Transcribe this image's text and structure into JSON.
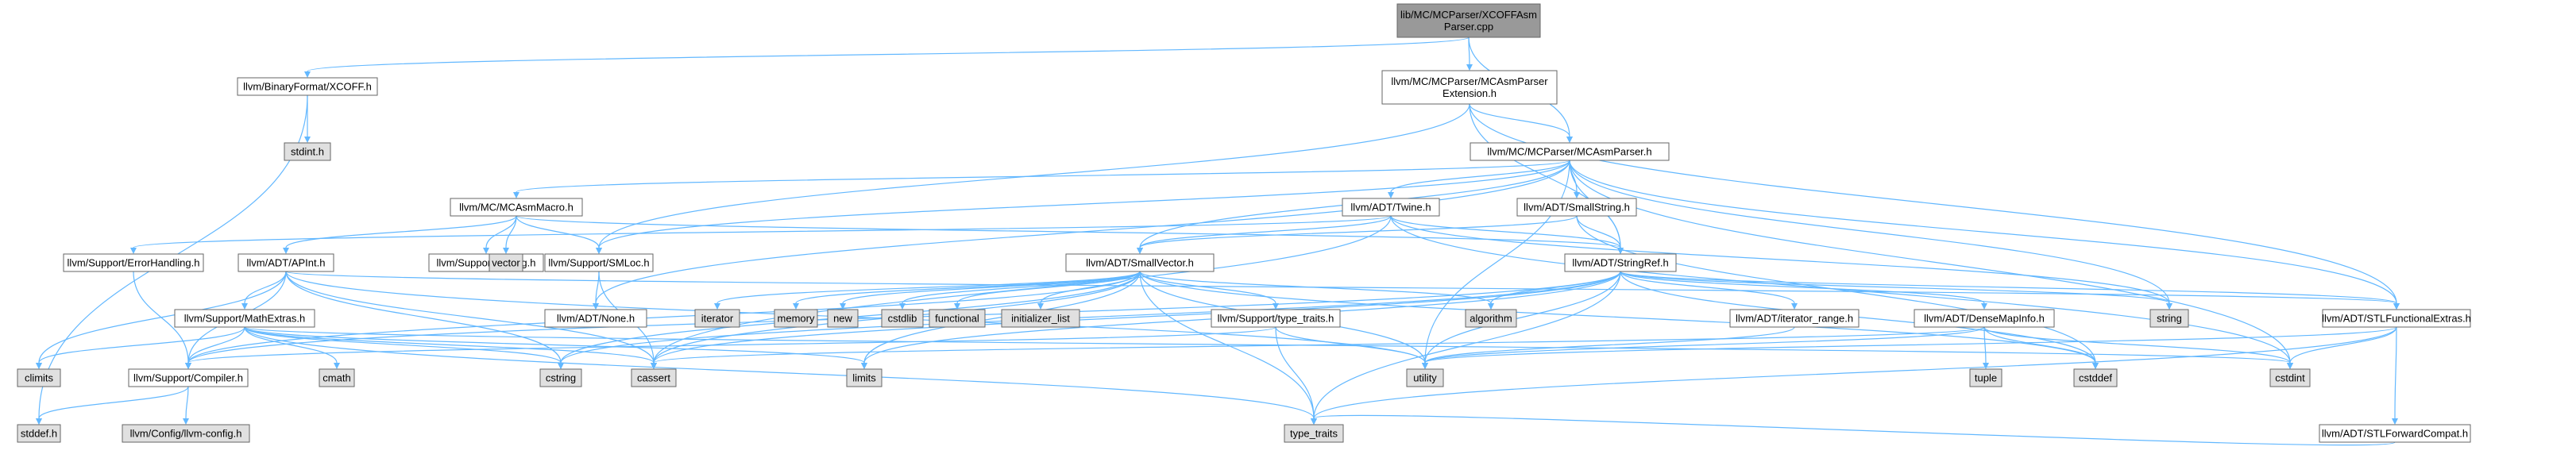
{
  "colors": {
    "root_fill": "#999999",
    "header_fill": "#ffffff",
    "system_fill": "#e0e0e0",
    "border": "#666666",
    "edge": "#63b8ff"
  },
  "nodes": [
    {
      "id": "root",
      "lines": [
        "lib/MC/MCParser/XCOFFAsm",
        "Parser.cpp"
      ],
      "kind": "root"
    },
    {
      "id": "bf_xcoff",
      "lines": [
        "llvm/BinaryFormat/XCOFF.h"
      ],
      "kind": "header"
    },
    {
      "id": "ext",
      "lines": [
        "llvm/MC/MCParser/MCAsmParser",
        "Extension.h"
      ],
      "kind": "header"
    },
    {
      "id": "stdint",
      "lines": [
        "stdint.h"
      ],
      "kind": "system"
    },
    {
      "id": "asmparser",
      "lines": [
        "llvm/MC/MCParser/MCAsmParser.h"
      ],
      "kind": "header"
    },
    {
      "id": "asmmacro",
      "lines": [
        "llvm/MC/MCAsmMacro.h"
      ],
      "kind": "header"
    },
    {
      "id": "twine",
      "lines": [
        "llvm/ADT/Twine.h"
      ],
      "kind": "header"
    },
    {
      "id": "smallstring",
      "lines": [
        "llvm/ADT/SmallString.h"
      ],
      "kind": "header"
    },
    {
      "id": "errhandling",
      "lines": [
        "llvm/Support/ErrorHandling.h"
      ],
      "kind": "header"
    },
    {
      "id": "apint",
      "lines": [
        "llvm/ADT/APInt.h"
      ],
      "kind": "header"
    },
    {
      "id": "debug",
      "lines": [
        "llvm/Support/Debug.h"
      ],
      "kind": "header"
    },
    {
      "id": "vector",
      "lines": [
        "vector"
      ],
      "kind": "system"
    },
    {
      "id": "smloc",
      "lines": [
        "llvm/Support/SMLoc.h"
      ],
      "kind": "header"
    },
    {
      "id": "smallvector",
      "lines": [
        "llvm/ADT/SmallVector.h"
      ],
      "kind": "header"
    },
    {
      "id": "stringref",
      "lines": [
        "llvm/ADT/StringRef.h"
      ],
      "kind": "header"
    },
    {
      "id": "none",
      "lines": [
        "llvm/ADT/None.h"
      ],
      "kind": "header"
    },
    {
      "id": "mathextras",
      "lines": [
        "llvm/Support/MathExtras.h"
      ],
      "kind": "header"
    },
    {
      "id": "iterator",
      "lines": [
        "iterator"
      ],
      "kind": "system"
    },
    {
      "id": "memory",
      "lines": [
        "memory"
      ],
      "kind": "system"
    },
    {
      "id": "new",
      "lines": [
        "new"
      ],
      "kind": "system"
    },
    {
      "id": "cstdlib",
      "lines": [
        "cstdlib"
      ],
      "kind": "system"
    },
    {
      "id": "functional",
      "lines": [
        "functional"
      ],
      "kind": "system"
    },
    {
      "id": "initlist",
      "lines": [
        "initializer_list"
      ],
      "kind": "system"
    },
    {
      "id": "typetraits_h",
      "lines": [
        "llvm/Support/type_traits.h"
      ],
      "kind": "header"
    },
    {
      "id": "algorithm",
      "lines": [
        "algorithm"
      ],
      "kind": "system"
    },
    {
      "id": "iterrange",
      "lines": [
        "llvm/ADT/iterator_range.h"
      ],
      "kind": "header"
    },
    {
      "id": "densemapinfo",
      "lines": [
        "llvm/ADT/DenseMapInfo.h"
      ],
      "kind": "header"
    },
    {
      "id": "string",
      "lines": [
        "string"
      ],
      "kind": "system"
    },
    {
      "id": "stlfunc",
      "lines": [
        "llvm/ADT/STLFunctionalExtras.h"
      ],
      "kind": "header"
    },
    {
      "id": "climits",
      "lines": [
        "climits"
      ],
      "kind": "system"
    },
    {
      "id": "compiler",
      "lines": [
        "llvm/Support/Compiler.h"
      ],
      "kind": "header"
    },
    {
      "id": "cmath",
      "lines": [
        "cmath"
      ],
      "kind": "system"
    },
    {
      "id": "cstring",
      "lines": [
        "cstring"
      ],
      "kind": "system"
    },
    {
      "id": "cassert",
      "lines": [
        "cassert"
      ],
      "kind": "system"
    },
    {
      "id": "limits",
      "lines": [
        "limits"
      ],
      "kind": "system"
    },
    {
      "id": "utility",
      "lines": [
        "utility"
      ],
      "kind": "system"
    },
    {
      "id": "tuple",
      "lines": [
        "tuple"
      ],
      "kind": "system"
    },
    {
      "id": "cstddef",
      "lines": [
        "cstddef"
      ],
      "kind": "system"
    },
    {
      "id": "cstdint",
      "lines": [
        "cstdint"
      ],
      "kind": "system"
    },
    {
      "id": "stlfwd",
      "lines": [
        "llvm/ADT/STLForwardCompat.h"
      ],
      "kind": "header"
    },
    {
      "id": "stddef",
      "lines": [
        "stddef.h"
      ],
      "kind": "system"
    },
    {
      "id": "llvmconfig",
      "lines": [
        "llvm/Config/llvm-config.h"
      ],
      "kind": "system"
    },
    {
      "id": "typetraits",
      "lines": [
        "type_traits"
      ],
      "kind": "system"
    }
  ],
  "edges": [
    [
      "root",
      "bf_xcoff"
    ],
    [
      "root",
      "ext"
    ],
    [
      "root",
      "asmparser"
    ],
    [
      "bf_xcoff",
      "stdint"
    ],
    [
      "bf_xcoff",
      "stddef"
    ],
    [
      "ext",
      "asmparser"
    ],
    [
      "ext",
      "smloc"
    ],
    [
      "ext",
      "stringref"
    ],
    [
      "ext",
      "stlfunc"
    ],
    [
      "asmparser",
      "asmmacro"
    ],
    [
      "asmparser",
      "twine"
    ],
    [
      "asmparser",
      "smallstring"
    ],
    [
      "asmparser",
      "smallvector"
    ],
    [
      "asmparser",
      "stringref"
    ],
    [
      "asmparser",
      "smloc"
    ],
    [
      "asmparser",
      "none"
    ],
    [
      "asmparser",
      "stlfunc"
    ],
    [
      "asmparser",
      "cstdint"
    ],
    [
      "asmparser",
      "string"
    ],
    [
      "asmparser",
      "utility"
    ],
    [
      "asmmacro",
      "apint"
    ],
    [
      "asmmacro",
      "debug"
    ],
    [
      "asmmacro",
      "vector"
    ],
    [
      "asmmacro",
      "smloc"
    ],
    [
      "asmmacro",
      "stringref"
    ],
    [
      "twine",
      "smallvector"
    ],
    [
      "twine",
      "stringref"
    ],
    [
      "twine",
      "errhandling"
    ],
    [
      "twine",
      "cassert"
    ],
    [
      "twine",
      "cstdint"
    ],
    [
      "twine",
      "string"
    ],
    [
      "smallstring",
      "smallvector"
    ],
    [
      "smallstring",
      "stringref"
    ],
    [
      "smallstring",
      "cstddef"
    ],
    [
      "errhandling",
      "compiler"
    ],
    [
      "apint",
      "compiler"
    ],
    [
      "apint",
      "mathextras"
    ],
    [
      "apint",
      "cassert"
    ],
    [
      "apint",
      "climits"
    ],
    [
      "apint",
      "cstring"
    ],
    [
      "apint",
      "utility"
    ],
    [
      "apint",
      "stlfunc"
    ],
    [
      "smloc",
      "cassert"
    ],
    [
      "smloc",
      "none"
    ],
    [
      "smallvector",
      "compiler"
    ],
    [
      "smallvector",
      "typetraits_h"
    ],
    [
      "smallvector",
      "algorithm"
    ],
    [
      "smallvector",
      "cassert"
    ],
    [
      "smallvector",
      "cstddef"
    ],
    [
      "smallvector",
      "cstdlib"
    ],
    [
      "smallvector",
      "cstring"
    ],
    [
      "smallvector",
      "functional"
    ],
    [
      "smallvector",
      "initlist"
    ],
    [
      "smallvector",
      "iterator"
    ],
    [
      "smallvector",
      "limits"
    ],
    [
      "smallvector",
      "memory"
    ],
    [
      "smallvector",
      "new"
    ],
    [
      "smallvector",
      "typetraits"
    ],
    [
      "smallvector",
      "utility"
    ],
    [
      "stringref",
      "densemapinfo"
    ],
    [
      "stringref",
      "stlfunc"
    ],
    [
      "stringref",
      "iterrange"
    ],
    [
      "stringref",
      "compiler"
    ],
    [
      "stringref",
      "algorithm"
    ],
    [
      "stringref",
      "cassert"
    ],
    [
      "stringref",
      "cstddef"
    ],
    [
      "stringref",
      "cstring"
    ],
    [
      "stringref",
      "limits"
    ],
    [
      "stringref",
      "string"
    ],
    [
      "stringref",
      "typetraits"
    ],
    [
      "stringref",
      "utility"
    ],
    [
      "mathextras",
      "compiler"
    ],
    [
      "mathextras",
      "cassert"
    ],
    [
      "mathextras",
      "climits"
    ],
    [
      "mathextras",
      "cmath"
    ],
    [
      "mathextras",
      "cstdint"
    ],
    [
      "mathextras",
      "cstring"
    ],
    [
      "mathextras",
      "limits"
    ],
    [
      "mathextras",
      "typetraits"
    ],
    [
      "typetraits_h",
      "compiler"
    ],
    [
      "typetraits_h",
      "typetraits"
    ],
    [
      "typetraits_h",
      "utility"
    ],
    [
      "iterrange",
      "utility"
    ],
    [
      "densemapinfo",
      "cassert"
    ],
    [
      "densemapinfo",
      "cstddef"
    ],
    [
      "densemapinfo",
      "cstdint"
    ],
    [
      "densemapinfo",
      "tuple"
    ],
    [
      "densemapinfo",
      "utility"
    ],
    [
      "stlfunc",
      "stlfwd"
    ],
    [
      "stlfunc",
      "cstdint"
    ],
    [
      "stlfunc",
      "typetraits"
    ],
    [
      "stlfunc",
      "utility"
    ],
    [
      "stlfwd",
      "typetraits"
    ],
    [
      "compiler",
      "llvmconfig"
    ],
    [
      "compiler",
      "stddef"
    ]
  ]
}
